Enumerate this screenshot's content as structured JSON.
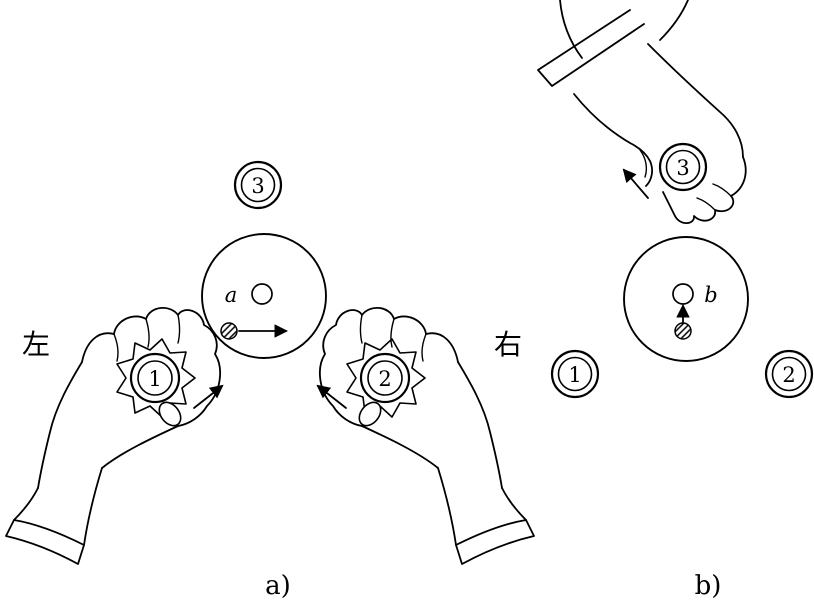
{
  "panel_a": {
    "caption": "a)",
    "left_label": "左",
    "right_label": "右",
    "disc_point_label": "a",
    "coin_1": "1",
    "coin_2": "2",
    "coin_3": "3"
  },
  "panel_b": {
    "caption": "b)",
    "disc_point_label": "b",
    "coin_1": "1",
    "coin_2": "2",
    "coin_3": "3"
  },
  "colors": {
    "ink": "#000000",
    "paper": "#ffffff"
  }
}
